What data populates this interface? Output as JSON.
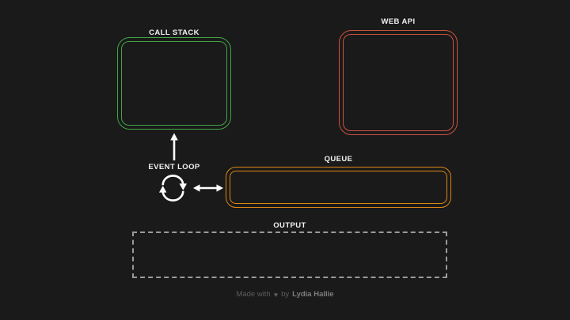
{
  "colors": {
    "background": "#1a1a1a",
    "call_stack": "#43a447",
    "web_api": "#cd5240",
    "queue": "#dd8714",
    "output_dashed": "#9a9a9a",
    "label_text": "#f2f2f2",
    "footer_text": "#5d5d5d",
    "footer_author": "#7e7e7e",
    "arrow": "#ffffff"
  },
  "diagram": {
    "call_stack": {
      "label": "CALL STACK",
      "border_style": "double-rounded",
      "color": "#43a447"
    },
    "web_api": {
      "label": "WEB API",
      "border_style": "double-rounded",
      "color": "#cd5240"
    },
    "queue": {
      "label": "QUEUE",
      "border_style": "double-rounded",
      "color": "#dd8714"
    },
    "output": {
      "label": "OUTPUT",
      "border_style": "dashed",
      "color": "#9a9a9a"
    },
    "event_loop": {
      "label": "EVENT LOOP",
      "icon": "sync-loop-icon"
    },
    "arrows": [
      {
        "name": "event-loop-to-call-stack-arrow",
        "direction": "up"
      },
      {
        "name": "event-loop-queue-arrow",
        "direction": "left-right"
      }
    ]
  },
  "footer": {
    "made_with": "Made with",
    "heart": "♥",
    "by": "by",
    "author": "Lydia Hallie"
  }
}
